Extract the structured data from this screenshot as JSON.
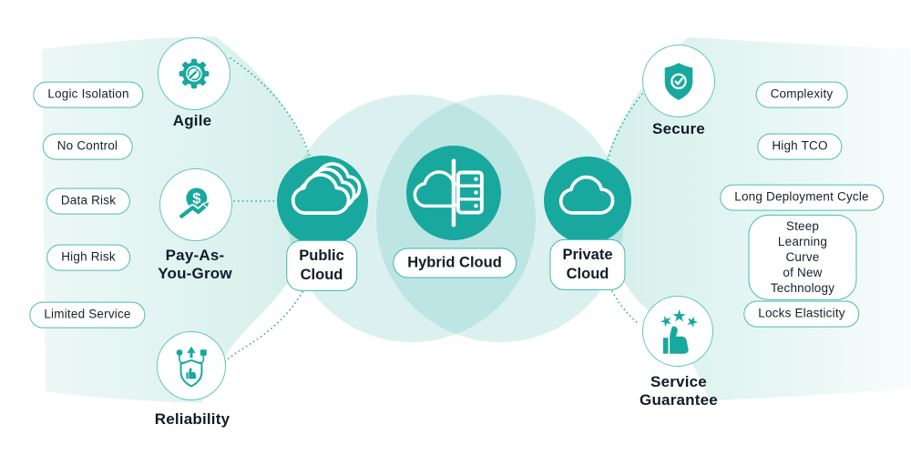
{
  "palette": {
    "teal": "#18a89e",
    "teal_border": "#4cbcb3",
    "light_fill": "#d5efeb",
    "text_dark": "#101d27"
  },
  "public_cloud_side": {
    "drawbacks": [
      "Logic Isolation",
      "No Control",
      "Data Risk",
      "High Risk",
      "Limited Service"
    ],
    "benefits": [
      {
        "icon": "agile-gear-icon",
        "label": "Agile"
      },
      {
        "icon": "pay-as-you-grow-icon",
        "label": "Pay-As-\nYou-Grow"
      },
      {
        "icon": "reliability-icon",
        "label": "Reliability"
      }
    ]
  },
  "clouds": [
    {
      "id": "public",
      "label": "Public\nCloud"
    },
    {
      "id": "hybrid",
      "label": "Hybrid Cloud"
    },
    {
      "id": "private",
      "label": "Private\nCloud"
    }
  ],
  "private_cloud_side": {
    "benefits": [
      {
        "icon": "secure-shield-icon",
        "label": "Secure"
      },
      {
        "icon": "service-guarantee-icon",
        "label": "Service\nGuarantee"
      }
    ],
    "drawbacks": [
      "Complexity",
      "High TCO",
      "Long Deployment Cycle",
      "Steep Learning Curve\nof New Technology",
      "Locks Elasticity"
    ]
  },
  "icons": {
    "dollar_glyph": "$"
  }
}
